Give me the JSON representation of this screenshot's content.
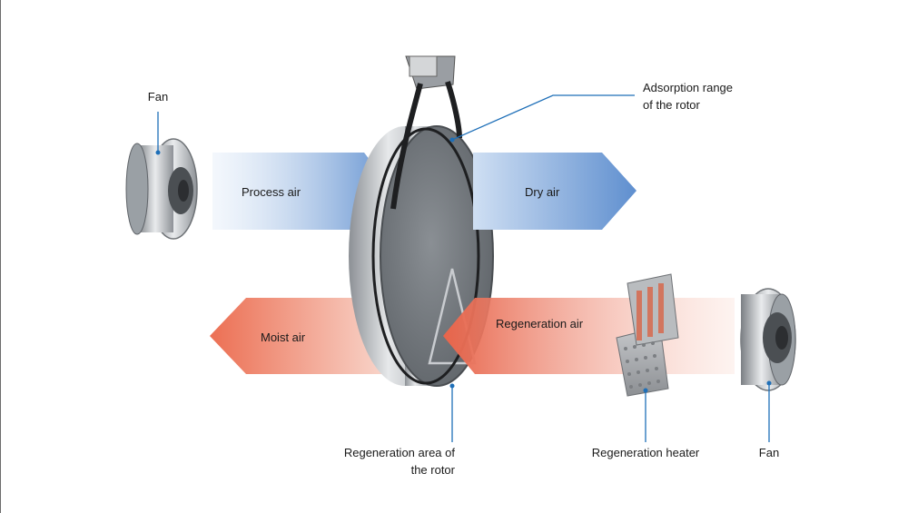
{
  "diagram": {
    "labels": {
      "fan_left": "Fan",
      "adsorption_line1": "Adsorption range",
      "adsorption_line2": "of the rotor",
      "process_air": "Process air",
      "dry_air": "Dry air",
      "moist_air": "Moist air",
      "regeneration_air": "Regeneration air",
      "regeneration_area_line1": "Regeneration area of",
      "regeneration_area_line2": "the rotor",
      "regeneration_heater": "Regeneration heater",
      "fan_right": "Fan"
    },
    "colors": {
      "process_flow": "#5f8fcf",
      "regeneration_flow": "#ec6f53",
      "leader_line": "#1e6fb8",
      "rotor_metal": "#b9bcc0",
      "rotor_face": "#6f7479"
    },
    "icons": [
      "fan-icon",
      "rotor-icon",
      "belt-drive-icon",
      "heater-icon"
    ]
  }
}
